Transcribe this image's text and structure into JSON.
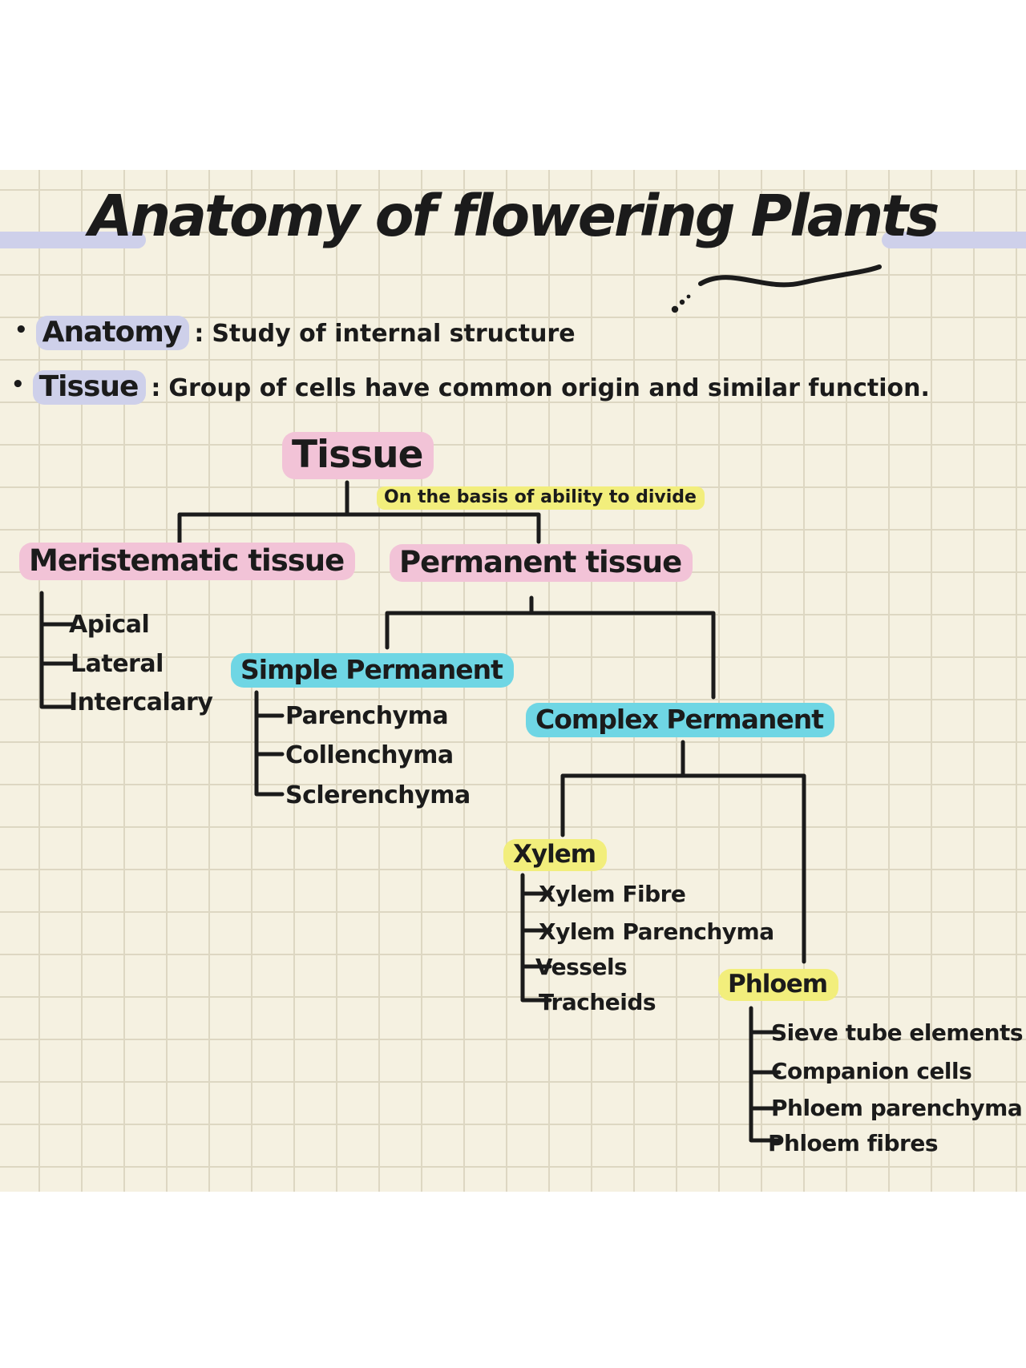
{
  "page": {
    "title": "Anatomy of flowering Plants"
  },
  "definitions": [
    {
      "bullet": "•",
      "term": "Anatomy",
      "sep": ":",
      "text": "Study of internal structure"
    },
    {
      "bullet": "•",
      "term": "Tissue",
      "sep": ":",
      "text": "Group of cells have common origin and similar function."
    }
  ],
  "tree": {
    "root": {
      "label": "Tissue"
    },
    "criterion": "On the basis of ability to divide",
    "meristematic": {
      "label": "Meristematic tissue",
      "children": [
        "Apical",
        "Lateral",
        "Intercalary"
      ]
    },
    "permanent": {
      "label": "Permanent tissue",
      "simple": {
        "label": "Simple Permanent",
        "children": [
          "Parenchyma",
          "Collenchyma",
          "Sclerenchyma"
        ]
      },
      "complex": {
        "label": "Complex Permanent",
        "xylem": {
          "label": "Xylem",
          "children": [
            "Xylem Fibre",
            "Xylem Parenchyma",
            "Vessels",
            "Tracheids"
          ]
        },
        "phloem": {
          "label": "Phloem",
          "children": [
            "Sieve tube elements",
            "Companion cells",
            "Phloem parenchyma",
            "Phloem fibres"
          ]
        }
      }
    }
  },
  "colors": {
    "paper": "#f5f1e1",
    "grid": "#ddd7c2",
    "ink": "#1b1b1b",
    "pink": "#f2c3d7",
    "cyan": "#6fd6e4",
    "yellow": "#f2ee7c",
    "lavender": "#ced0ea"
  }
}
